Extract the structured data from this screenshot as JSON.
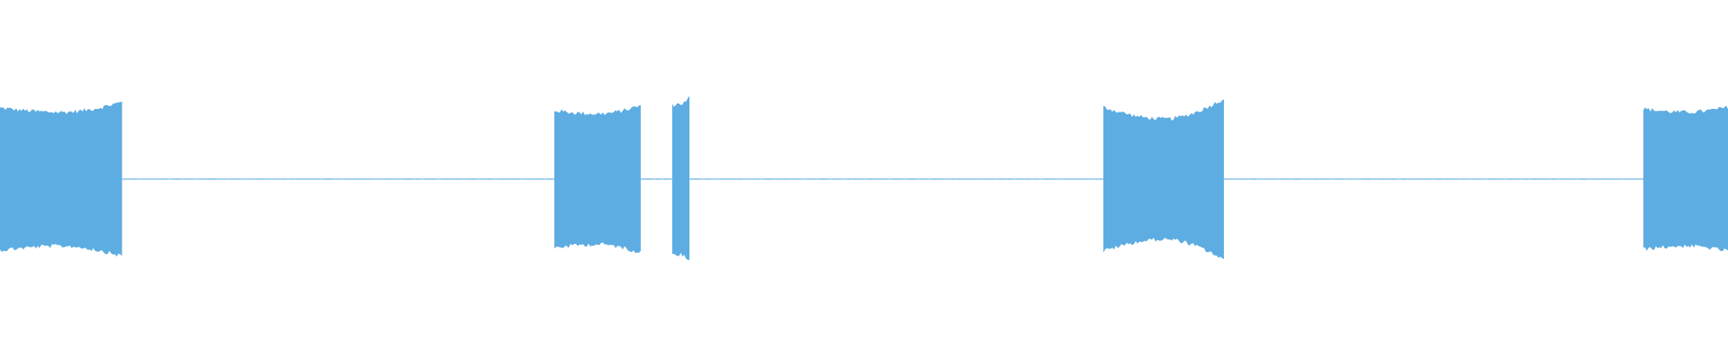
{
  "waveform": {
    "color": "#5dade2",
    "background": "#ffffff",
    "duration_s": 1.0,
    "amplitude_range": [
      -1.0,
      1.0
    ],
    "bursts": [
      {
        "start": 0.0,
        "end": 0.0706,
        "peak_left": 0.85,
        "mid": 0.8,
        "peak_right": 0.92
      },
      {
        "start": 0.3208,
        "end": 0.3708,
        "peak_left": 0.82,
        "mid": 0.78,
        "peak_right": 0.88
      },
      {
        "start": 0.389,
        "end": 0.399,
        "peak_left": 0.88,
        "mid": 0.9,
        "peak_right": 0.98
      },
      {
        "start": 0.6385,
        "end": 0.7083,
        "peak_left": 0.86,
        "mid": 0.72,
        "peak_right": 0.96
      },
      {
        "start": 0.951,
        "end": 1.0,
        "peak_left": 0.84,
        "mid": 0.8,
        "peak_right": 0.86
      }
    ],
    "silence_segments": [
      {
        "start": 0.0706,
        "end": 0.3208
      },
      {
        "start": 0.3708,
        "end": 0.389
      },
      {
        "start": 0.399,
        "end": 0.6385
      },
      {
        "start": 0.7083,
        "end": 0.951
      }
    ]
  }
}
